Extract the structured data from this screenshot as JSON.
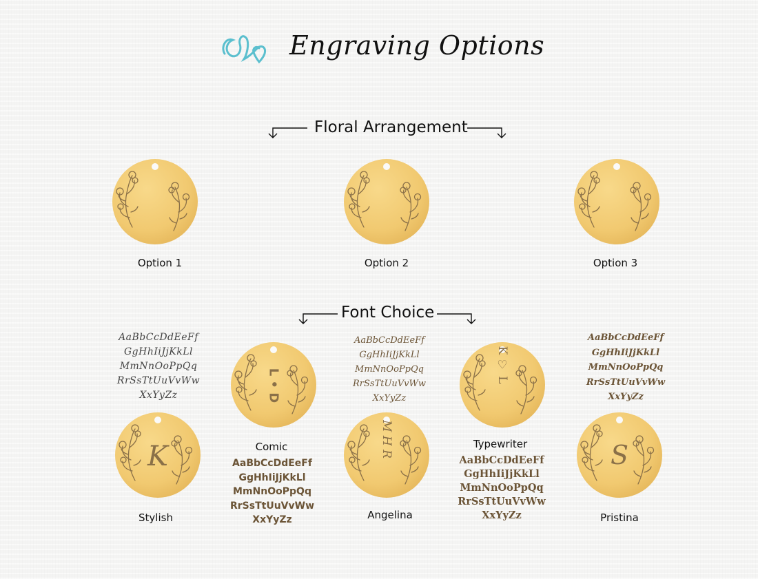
{
  "page": {
    "title": "Engraving Options",
    "logo_icon": "heart-script-logo-icon"
  },
  "floral": {
    "heading": "Floral Arrangement",
    "options": [
      {
        "label": "Option 1"
      },
      {
        "label": "Option 2"
      },
      {
        "label": "Option 3"
      }
    ]
  },
  "fonts": {
    "heading": "Font Choice",
    "choices": [
      {
        "label": "Stylish",
        "engraving": "K",
        "sample": "AaBbCcDdEeFf\nGgHhIiJjKkLl\nMmNnOoPpQq\nRrSsTtUuVvWw\nXxYyZz"
      },
      {
        "label": "Comic",
        "engraving": "L • D",
        "sample": "AaBbCcDdEeFf\nGgHhIiJjKkLl\nMmNnOoPpQq\nRrSsTtUuVvWw\nXxYyZz"
      },
      {
        "label": "Angelina",
        "engraving": "M H R",
        "sample": "AaBbCcDdEeFf\nGgHhIiJjKkLl\nMmNnOoPpQq\nRrSsTtUuVvWw\nXxYyZz"
      },
      {
        "label": "Typewriter",
        "engraving": "K ♡ L",
        "sample": "AaBbCcDdEeFf\nGgHhIiJjKkLl\nMmNnOoPpQq\nRrSsTtUuVvWw\nXxYyZz"
      },
      {
        "label": "Pristina",
        "engraving": "S",
        "sample": "AaBbCcDdEeFf\nGgHhIiJjKkLl\nMmNnOoPpQq\nRrSsTtUuVvWw\nXxYyZz"
      }
    ]
  },
  "colors": {
    "gold": "#f1c970",
    "engrave": "#8a7048",
    "logo": "#5bbfce"
  }
}
